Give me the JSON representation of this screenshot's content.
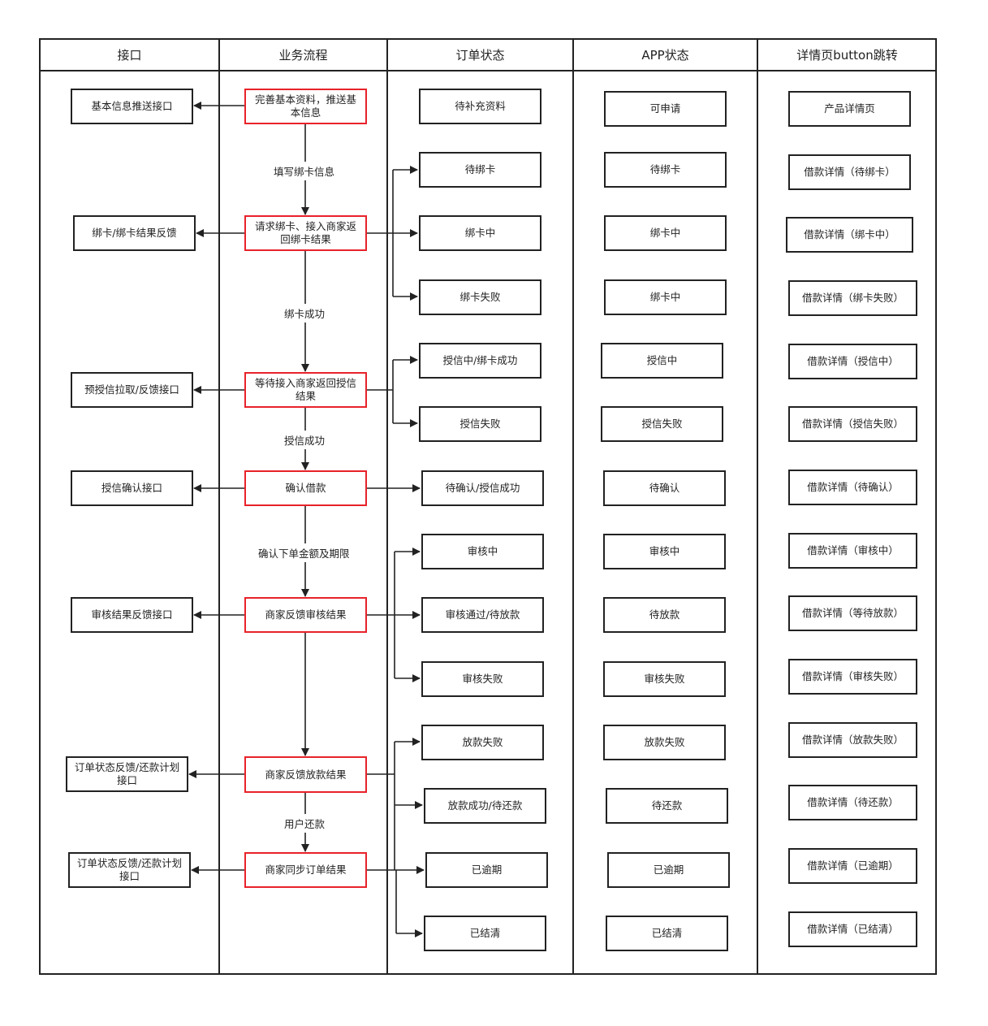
{
  "headers": {
    "api": "接口",
    "flow": "业务流程",
    "order": "订单状态",
    "app": "APP状态",
    "detail": "详情页button跳转"
  },
  "api_boxes": [
    "基本信息推送接口",
    "绑卡/绑卡结果反馈",
    "预授信拉取/反馈接口",
    "授信确认接口",
    "审核结果反馈接口",
    "订单状态反馈/还款计划接口",
    "订单状态反馈/还款计划接口"
  ],
  "flow_boxes": [
    "完善基本资料，推送基本信息",
    "请求绑卡、接入商家返回绑卡结果",
    "等待接入商家返回授信结果",
    "确认借款",
    "商家反馈审核结果",
    "商家反馈放款结果",
    "商家同步订单结果"
  ],
  "flow_labels": [
    "填写绑卡信息",
    "绑卡成功",
    "授信成功",
    "确认下单金额及期限",
    "用户还款"
  ],
  "order_states": [
    "待补充资料",
    "待绑卡",
    "绑卡中",
    "绑卡失败",
    "授信中/绑卡成功",
    "授信失败",
    "待确认/授信成功",
    "审核中",
    "审核通过/待放款",
    "审核失败",
    "放款失败",
    "放款成功/待还款",
    "已逾期",
    "已结清"
  ],
  "app_states": [
    "可申请",
    "待绑卡",
    "绑卡中",
    "绑卡中",
    "授信中",
    "授信失败",
    "待确认",
    "审核中",
    "待放款",
    "审核失败",
    "放款失败",
    "待还款",
    "已逾期",
    "已结清"
  ],
  "detail_pages": [
    "产品详情页",
    "借款详情（待绑卡）",
    "借款详情（绑卡中）",
    "借款详情（绑卡失败）",
    "借款详情（授信中）",
    "借款详情（授信失败）",
    "借款详情（待确认）",
    "借款详情（审核中）",
    "借款详情（等待放款）",
    "借款详情（审核失败）",
    "借款详情（放款失败）",
    "借款详情（待还款）",
    "借款详情（已逾期）",
    "借款详情（已结清）"
  ],
  "colors": {
    "line": "#222222",
    "flow_border": "#e8222a"
  }
}
